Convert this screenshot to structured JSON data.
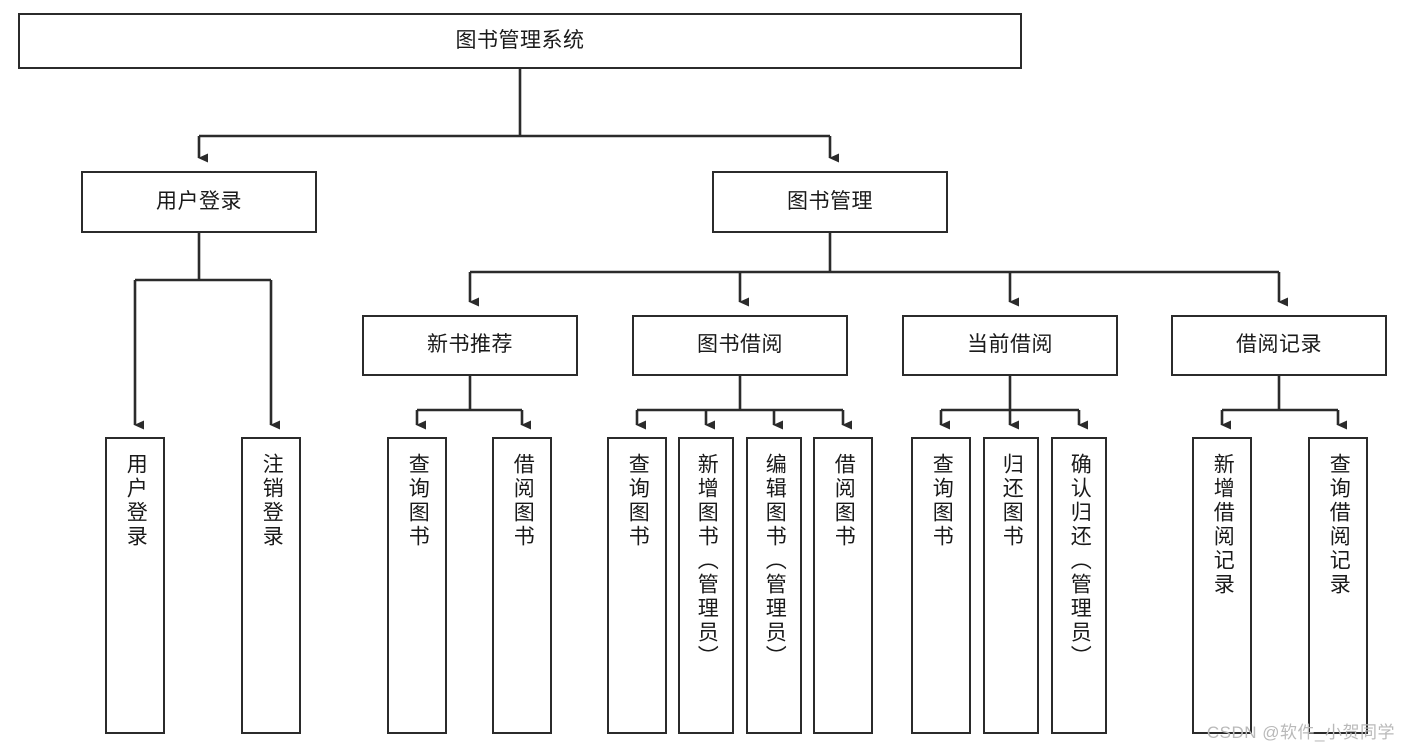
{
  "diagram": {
    "type": "tree-hierarchy-chart",
    "title": "图书管理系统",
    "colors": {
      "background": "#ffffff",
      "node_border": "#2b2b2b",
      "node_fill": "#ffffff",
      "connector": "#2b2b2b",
      "text": "#1a1a1a",
      "watermark": "#b9b9b9"
    },
    "root": {
      "label": "图书管理系统"
    },
    "level2": [
      {
        "label": "用户登录"
      },
      {
        "label": "图书管理"
      }
    ],
    "level3": [
      {
        "label": "新书推荐"
      },
      {
        "label": "图书借阅"
      },
      {
        "label": "当前借阅"
      },
      {
        "label": "借阅记录"
      }
    ],
    "leaves": {
      "user_login": [
        {
          "label": "用户登录"
        },
        {
          "label": "注销登录"
        }
      ],
      "new_book_recommend": [
        {
          "label": "查询图书"
        },
        {
          "label": "借阅图书"
        }
      ],
      "book_borrow": [
        {
          "label": "查询图书"
        },
        {
          "label": "新增图书（管理员）"
        },
        {
          "label": "编辑图书（管理员）"
        },
        {
          "label": "借阅图书"
        }
      ],
      "current_borrow": [
        {
          "label": "查询图书"
        },
        {
          "label": "归还图书"
        },
        {
          "label": "确认归还（管理员）"
        }
      ],
      "borrow_records": [
        {
          "label": "新增借阅记录"
        },
        {
          "label": "查询借阅记录"
        }
      ]
    }
  },
  "watermark": {
    "text": "CSDN @软件_小贺同学"
  }
}
